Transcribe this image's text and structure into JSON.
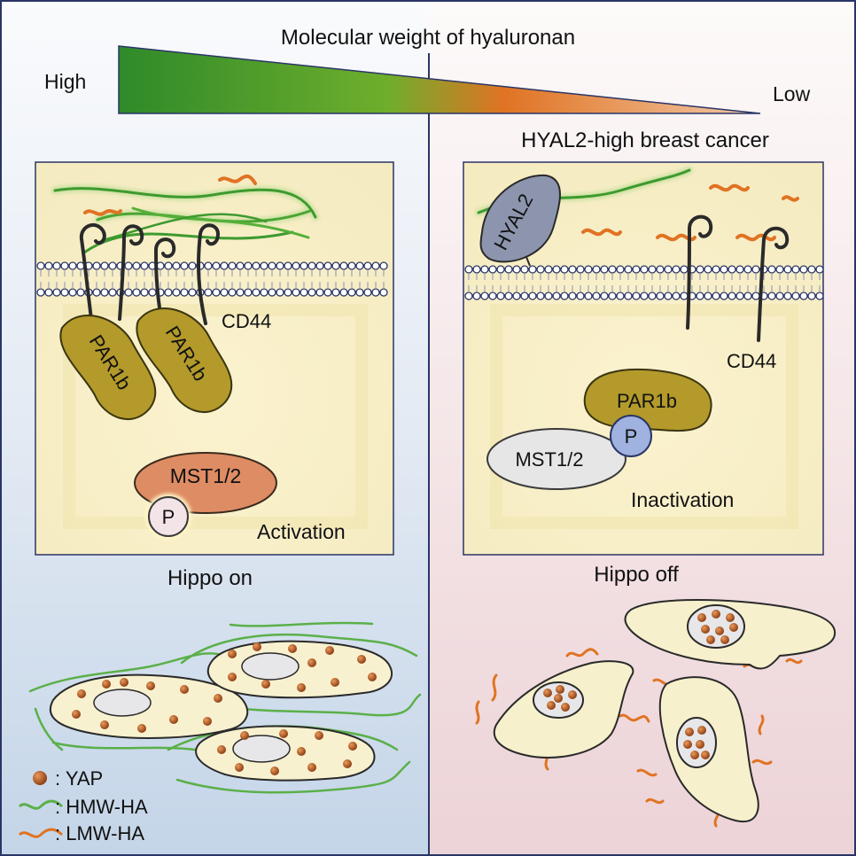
{
  "header": {
    "gradient_title": "Molecular weight of hyaluronan",
    "high_label": "High",
    "low_label": "Low",
    "colors": {
      "high": "#3f9a2f",
      "low": "#e46a1e"
    }
  },
  "left_panel": {
    "receptor_label": "CD44",
    "par1b_label_a": "PAR1b",
    "par1b_label_b": "PAR1b",
    "kinase_label": "MST1/2",
    "phospho_label": "P",
    "state_label": "Activation",
    "caption": "Hippo on",
    "background": "#dde6f0"
  },
  "right_panel": {
    "title": "HYAL2-high breast cancer",
    "enzyme_label": "HYAL2",
    "receptor_label": "CD44",
    "par1b_label": "PAR1b",
    "kinase_label": "MST1/2",
    "phospho_label": "P",
    "state_label": "Inactivation",
    "caption": "Hippo off",
    "background": "#f0dfe2"
  },
  "legend": {
    "items": [
      {
        "label": ": YAP",
        "icon": "yap-dot-icon"
      },
      {
        "label": ": HMW-HA",
        "icon": "hmw-ha-icon"
      },
      {
        "label": ": LMW-HA",
        "icon": "lmw-ha-icon"
      }
    ]
  }
}
